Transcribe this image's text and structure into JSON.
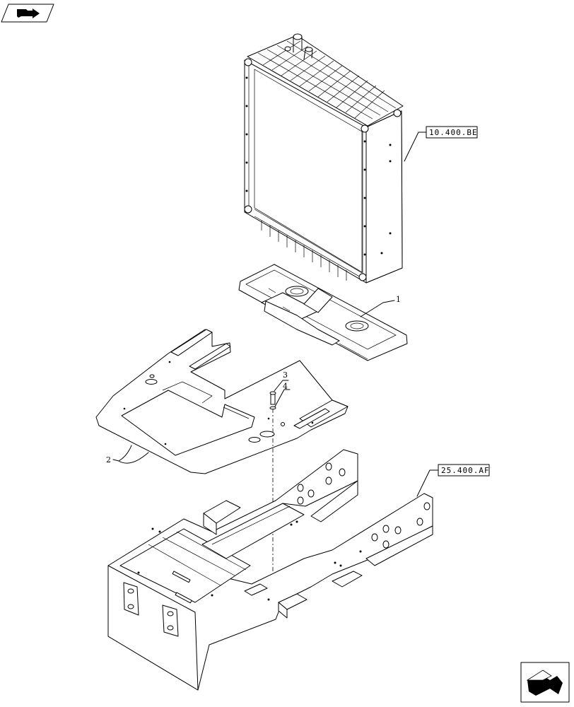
{
  "references": {
    "radiator_ref": "10.400.BE",
    "chassis_ref": "25.400.AF"
  },
  "callouts": {
    "c1": "1",
    "c2": "2",
    "c3": "3",
    "c4": "4"
  },
  "icons": {
    "top_left": "book-arrow-icon",
    "bottom_right": "next-page-arrow-icon"
  }
}
